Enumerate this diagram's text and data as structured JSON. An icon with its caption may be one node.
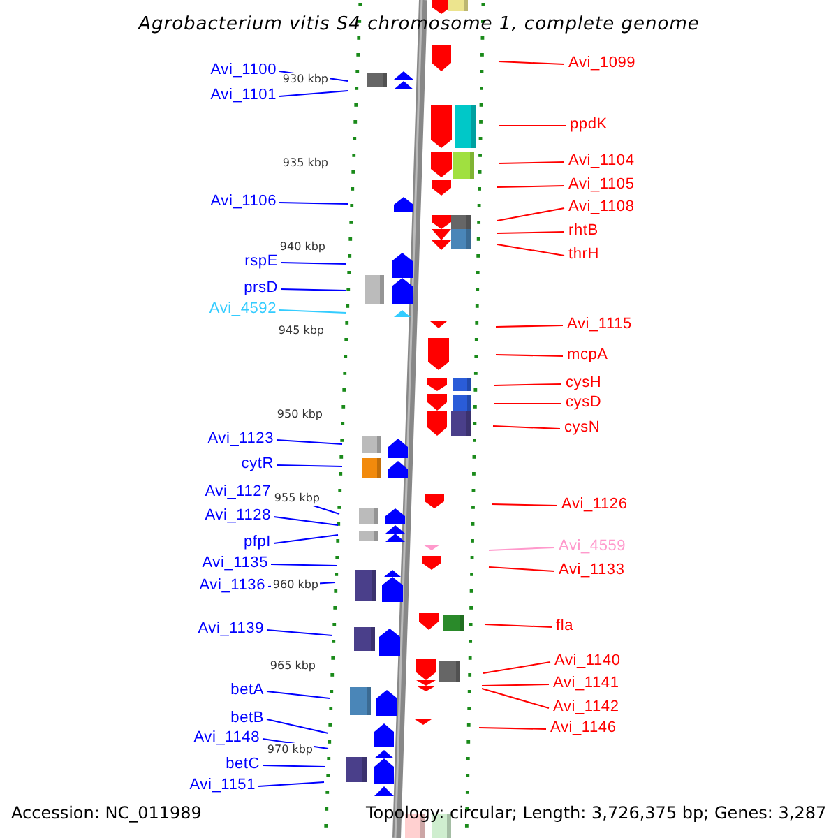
{
  "diagram": {
    "title": "Agrobacterium vitis S4 chromosome 1, complete genome",
    "nodes": [
      {
        "text": [
          "Avi_1100"
        ]
      },
      {
        "text": [
          "Avi_1101"
        ]
      },
      {
        "text": [
          "Avi_1106"
        ]
      },
      {
        "text": [
          "rspE"
        ]
      },
      {
        "text": [
          "prsD"
        ]
      },
      {
        "text": [
          "Avi_4592"
        ]
      },
      {
        "text": [
          "Avi_1123"
        ]
      },
      {
        "text": [
          "cytR"
        ]
      },
      {
        "text": [
          "Avi_1127"
        ]
      },
      {
        "text": [
          "Avi_1128"
        ]
      },
      {
        "text": [
          "pfpI"
        ]
      },
      {
        "text": [
          "Avi_1135"
        ]
      },
      {
        "text": [
          "Avi_1136"
        ]
      },
      {
        "text": [
          "Avi_1139"
        ]
      },
      {
        "text": [
          "betA"
        ]
      },
      {
        "text": [
          "betB"
        ]
      },
      {
        "text": [
          "Avi_1148"
        ]
      },
      {
        "text": [
          "betC"
        ]
      },
      {
        "text": [
          "Avi_1151"
        ]
      },
      {
        "text": [
          "Avi_1099"
        ]
      },
      {
        "text": [
          "ppdK"
        ]
      },
      {
        "text": [
          "Avi_1104"
        ]
      },
      {
        "text": [
          "Avi_1105"
        ]
      },
      {
        "text": [
          "Avi_1108"
        ]
      },
      {
        "text": [
          "rhtB"
        ]
      },
      {
        "text": [
          "thrH"
        ]
      },
      {
        "text": [
          "Avi_1115"
        ]
      },
      {
        "text": [
          "mcpA"
        ]
      },
      {
        "text": [
          "cysH"
        ]
      },
      {
        "text": [
          "cysD"
        ]
      },
      {
        "text": [
          "cysN"
        ]
      },
      {
        "text": [
          "Avi_1126"
        ]
      },
      {
        "text": [
          "Avi_4559"
        ]
      },
      {
        "text": [
          "Avi_1133"
        ]
      },
      {
        "text": [
          "fla"
        ]
      },
      {
        "text": [
          "Avi_1140"
        ]
      },
      {
        "text": [
          "Avi_1141"
        ]
      },
      {
        "text": [
          "Avi_1142"
        ]
      },
      {
        "text": [
          "Avi_1146"
        ]
      }
    ],
    "edges": [
      {
        "from": 0,
        "to": null,
        "arrow": "none",
        "color": "#0000ff"
      },
      {
        "from": 1,
        "to": null,
        "arrow": "none",
        "color": "#0000ff"
      },
      {
        "from": 2,
        "to": null,
        "arrow": "none",
        "color": "#0000ff"
      },
      {
        "from": 3,
        "to": null,
        "arrow": "none",
        "color": "#0000ff"
      },
      {
        "from": 4,
        "to": null,
        "arrow": "none",
        "color": "#0000ff"
      },
      {
        "from": 5,
        "to": null,
        "arrow": "none",
        "color": "#33ccff"
      },
      {
        "from": 6,
        "to": null,
        "arrow": "none",
        "color": "#0000ff"
      },
      {
        "from": 7,
        "to": null,
        "arrow": "none",
        "color": "#0000ff"
      },
      {
        "from": 8,
        "to": null,
        "arrow": "none",
        "color": "#0000ff"
      },
      {
        "from": 9,
        "to": null,
        "arrow": "none",
        "color": "#0000ff"
      },
      {
        "from": 10,
        "to": null,
        "arrow": "none",
        "color": "#0000ff"
      },
      {
        "from": 11,
        "to": null,
        "arrow": "none",
        "color": "#0000ff"
      },
      {
        "from": 12,
        "to": null,
        "arrow": "none",
        "color": "#0000ff"
      },
      {
        "from": 13,
        "to": null,
        "arrow": "none",
        "color": "#0000ff"
      },
      {
        "from": 14,
        "to": null,
        "arrow": "none",
        "color": "#0000ff"
      },
      {
        "from": 15,
        "to": null,
        "arrow": "none",
        "color": "#0000ff"
      },
      {
        "from": 16,
        "to": null,
        "arrow": "none",
        "color": "#0000ff"
      },
      {
        "from": 17,
        "to": null,
        "arrow": "none",
        "color": "#0000ff"
      },
      {
        "from": 18,
        "to": null,
        "arrow": "none",
        "color": "#0000ff"
      },
      {
        "from": 19,
        "to": null,
        "arrow": "none",
        "color": "#ff0000"
      },
      {
        "from": 20,
        "to": null,
        "arrow": "none",
        "color": "#ff0000"
      },
      {
        "from": 21,
        "to": null,
        "arrow": "none",
        "color": "#ff0000"
      },
      {
        "from": 22,
        "to": null,
        "arrow": "none",
        "color": "#ff0000"
      },
      {
        "from": 23,
        "to": null,
        "arrow": "none",
        "color": "#ff0000"
      },
      {
        "from": 24,
        "to": null,
        "arrow": "none",
        "color": "#ff0000"
      },
      {
        "from": 25,
        "to": null,
        "arrow": "none",
        "color": "#ff0000"
      },
      {
        "from": 26,
        "to": null,
        "arrow": "none",
        "color": "#ff0000"
      },
      {
        "from": 27,
        "to": null,
        "arrow": "none",
        "color": "#ff0000"
      },
      {
        "from": 28,
        "to": null,
        "arrow": "none",
        "color": "#ff0000"
      },
      {
        "from": 29,
        "to": null,
        "arrow": "none",
        "color": "#ff0000"
      },
      {
        "from": 30,
        "to": null,
        "arrow": "none",
        "color": "#ff0000"
      },
      {
        "from": 31,
        "to": null,
        "arrow": "none",
        "color": "#ff0000"
      },
      {
        "from": 32,
        "to": null,
        "arrow": "none",
        "color": "#ff99cc"
      },
      {
        "from": 33,
        "to": null,
        "arrow": "none",
        "color": "#ff0000"
      },
      {
        "from": 34,
        "to": null,
        "arrow": "none",
        "color": "#ff0000"
      },
      {
        "from": 35,
        "to": null,
        "arrow": "none",
        "color": "#ff0000"
      },
      {
        "from": 36,
        "to": null,
        "arrow": "none",
        "color": "#ff0000"
      },
      {
        "from": 37,
        "to": null,
        "arrow": "none",
        "color": "#ff0000"
      },
      {
        "from": 38,
        "to": null,
        "arrow": "none",
        "color": "#ff0000"
      }
    ],
    "labels": [
      "930 kbp",
      "935 kbp",
      "940 kbp",
      "945 kbp",
      "950 kbp",
      "955 kbp",
      "960 kbp",
      "965 kbp",
      "970 kbp",
      "Accession: NC_011989",
      "Topology: circular; Length: 3,726,375 bp; Genes: 3,287"
    ]
  }
}
